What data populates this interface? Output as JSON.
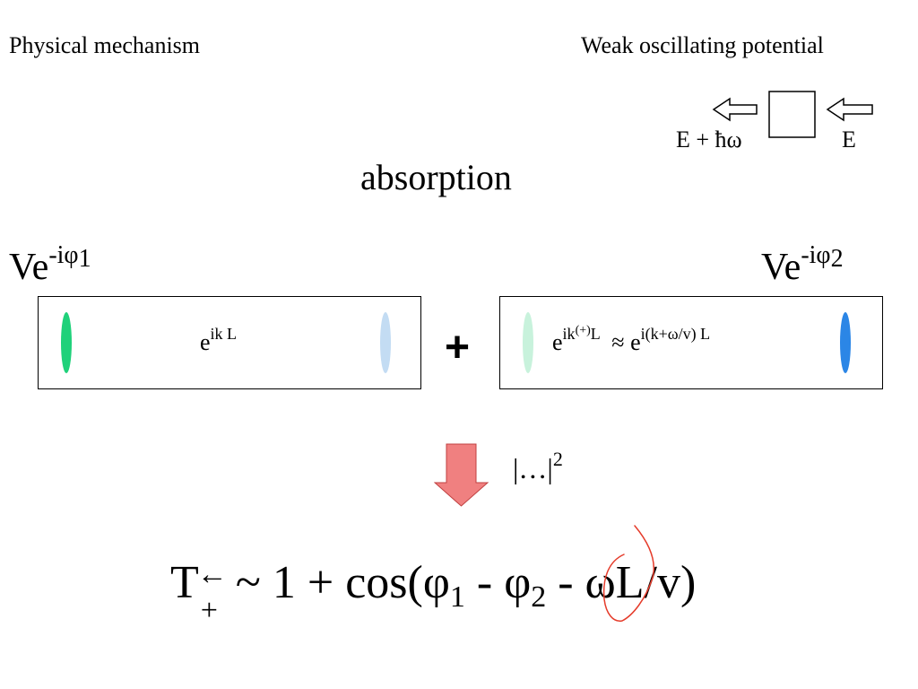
{
  "header": {
    "left_title": "Physical mechanism",
    "right_title": "Weak oscillating potential"
  },
  "diagram": {
    "energy_out": "E + ħω",
    "energy_in": "E"
  },
  "section_title": "absorption",
  "amplitudes": {
    "left": {
      "base": "Ve",
      "sup": "-iφ",
      "sub": "1"
    },
    "right": {
      "base": "Ve",
      "sup": "-iφ",
      "sub": "2"
    }
  },
  "panels": {
    "left": {
      "exp_base": "e",
      "exp_sup": "ik L"
    },
    "plus": "+",
    "right": {
      "exp_base": "e",
      "exp_sup_a": "ik",
      "exp_sup_b": "(+)",
      "exp_sup_c": "L",
      "approx": "≈",
      "exp2_base": "e",
      "exp2_sup": "i(k+ω/v) L"
    }
  },
  "modulus": {
    "text": "|…|",
    "power": "2"
  },
  "result": {
    "T": "T",
    "T_sub": "+",
    "T_sup": "←",
    "body1": " ~ 1 + cos(φ",
    "sub1": "1",
    "body2": " - φ",
    "sub2": "2",
    "body3": " -  ωL/v)"
  },
  "colors": {
    "arrow_fill": "#f08080",
    "ellipse_green": "#1fd17a",
    "ellipse_lightblue": "#c3dcf3",
    "ellipse_mint": "#c8f2dc",
    "ellipse_blue": "#2b86e6",
    "annotation_red": "#e53b2a"
  }
}
